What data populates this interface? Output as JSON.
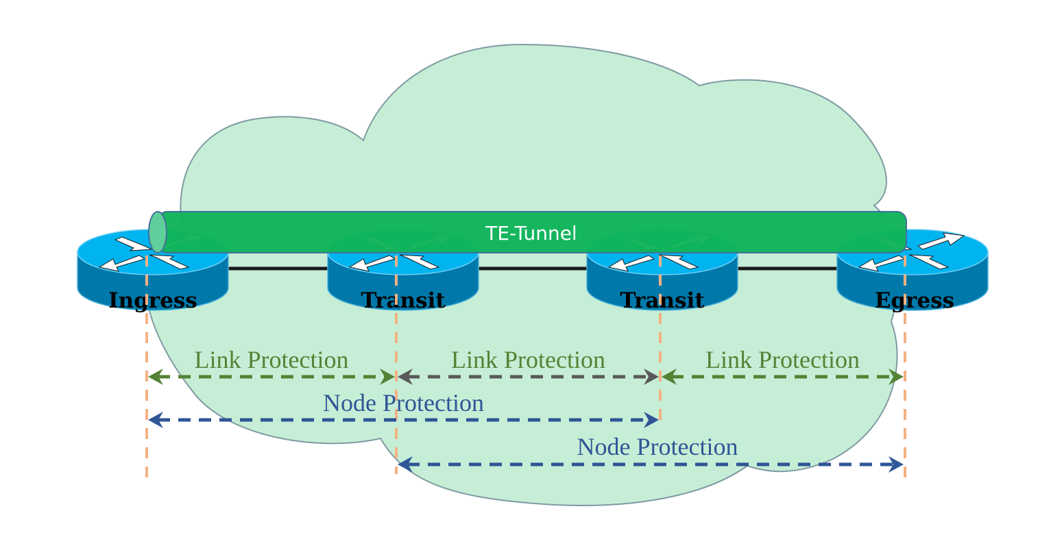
{
  "diagram": {
    "tunnel": {
      "label": "TE-Tunnel",
      "color": "#10b45a"
    },
    "nodes": [
      {
        "id": "ingress",
        "label": "Ingress"
      },
      {
        "id": "transit1",
        "label": "Transit"
      },
      {
        "id": "transit2",
        "label": "Transit"
      },
      {
        "id": "egress",
        "label": "Egress"
      }
    ],
    "links": [
      {
        "from": 0,
        "to": 1
      },
      {
        "from": 1,
        "to": 2
      },
      {
        "from": 2,
        "to": 3
      }
    ],
    "protections": [
      {
        "type": "link",
        "label": "Link Protection",
        "from": 0,
        "to": 1,
        "color": "#548235",
        "row": 0
      },
      {
        "type": "link",
        "label": "Link Protection",
        "from": 1,
        "to": 2,
        "color": "#548235",
        "line_color": "#595959",
        "row": 0
      },
      {
        "type": "link",
        "label": "Link Protection",
        "from": 2,
        "to": 3,
        "color": "#548235",
        "row": 0
      },
      {
        "type": "node",
        "label": "Node Protection",
        "from": 0,
        "to": 2,
        "color": "#2f5597",
        "row": 1
      },
      {
        "type": "node",
        "label": "Node Protection",
        "from": 1,
        "to": 3,
        "color": "#2f5597",
        "row": 2
      }
    ],
    "colors": {
      "cloud_fill": "#c6eed6",
      "cloud_stroke": "#7f9aa3",
      "router_top": "#00b4f0",
      "router_side": "#0079aa",
      "link": "#1a1a1a",
      "guide": "#f4b183"
    }
  }
}
